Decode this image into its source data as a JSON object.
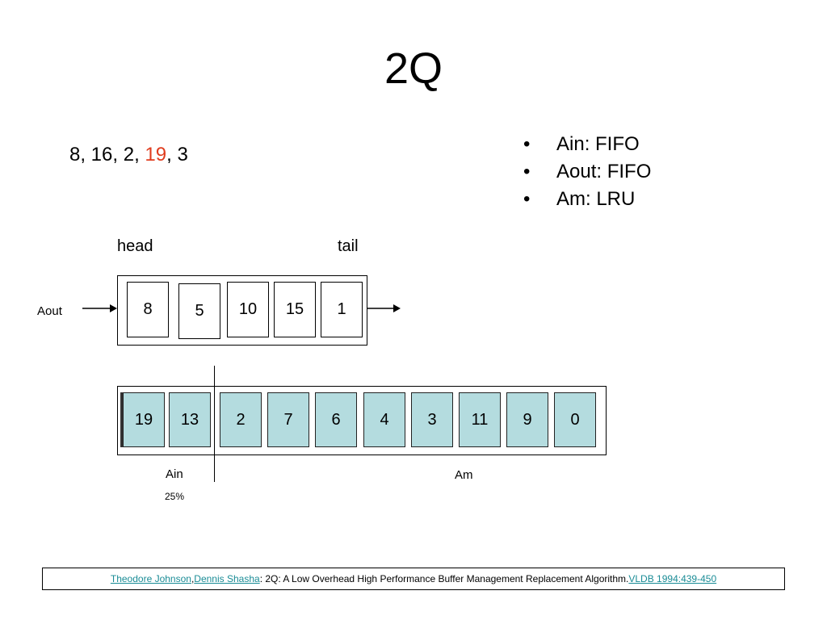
{
  "slide": {
    "title": "2Q",
    "sequence": {
      "prefix": "8, 16, 2, ",
      "highlight": "19",
      "suffix": ", 3",
      "highlight_color": "#e03c1e"
    },
    "bullets": [
      {
        "bullet": "•",
        "text": "Ain:  FIFO"
      },
      {
        "bullet": "•",
        "text": "Aout: FIFO"
      },
      {
        "bullet": "•",
        "text": "Am: LRU"
      }
    ]
  },
  "aout_queue": {
    "label": "Aout",
    "head_label": "head",
    "tail_label": "tail",
    "cells": [
      "8",
      "5",
      "10",
      "15",
      "1"
    ]
  },
  "main_queue": {
    "cells": [
      "19",
      "13",
      "2",
      "7",
      "6",
      "4",
      "3",
      "11",
      "9",
      "0"
    ],
    "ain_label": "Ain",
    "ain_percent": "25%",
    "am_label": "Am",
    "cell_color": "#b4dcdf"
  },
  "citation": {
    "author1": "Theodore Johnson",
    "sep1": ", ",
    "author2": "Dennis Shasha",
    "title": ": 2Q: A Low Overhead High Performance Buffer Management Replacement Algorithm. ",
    "venue": "VLDB 1994:439-450",
    "link_color": "#1a8c96"
  }
}
